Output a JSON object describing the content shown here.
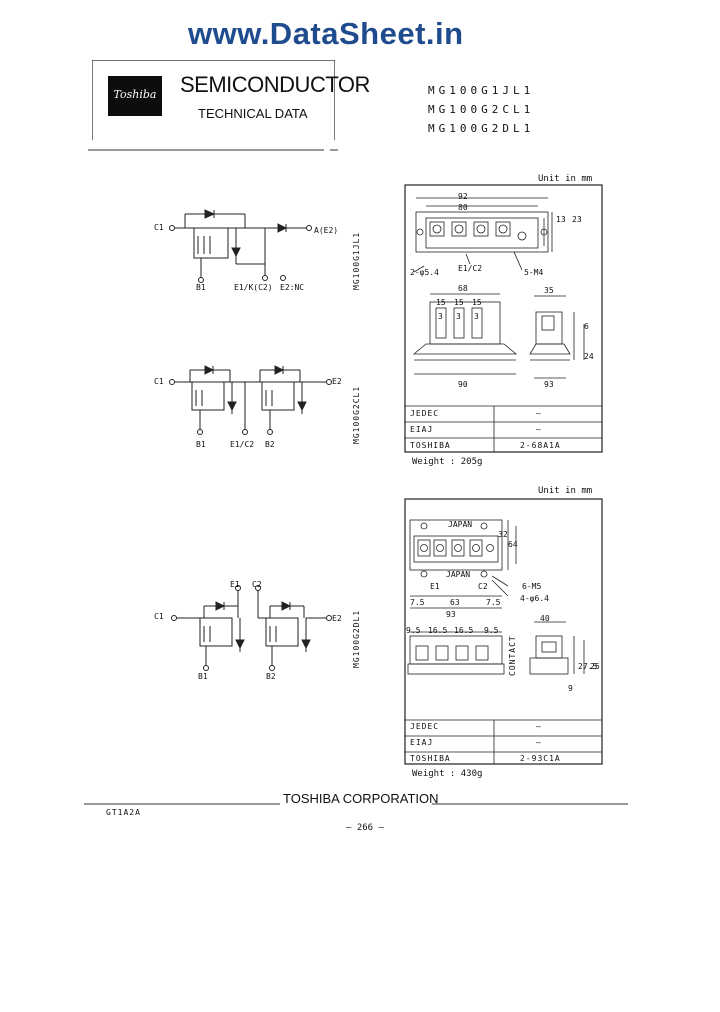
{
  "watermark": "www.DataSheet.in",
  "header": {
    "logo_text": "Toshiba",
    "title": "SEMICONDUCTOR",
    "subtitle": "TECHNICAL DATA",
    "part_numbers": [
      "MG100G1JL1",
      "MG100G2CL1",
      "MG100G2DL1"
    ]
  },
  "circuits": [
    {
      "part": "MG100G1JL1",
      "labels": {
        "c1": "C1",
        "a": "A(E2)",
        "b1": "B1",
        "e1": "E1/K(C2)",
        "note": "E2:NC"
      }
    },
    {
      "part": "MG100G2CL1",
      "labels": {
        "c1": "C1",
        "e2": "E2",
        "b1": "B1",
        "e1c2": "E1/C2",
        "b2": "B2"
      }
    },
    {
      "part": "MG100G2DL1",
      "labels": {
        "c1": "C1",
        "e1": "E1",
        "c2": "C2",
        "e2": "E2",
        "b1": "B1",
        "b2": "B2"
      }
    }
  ],
  "package1": {
    "unit": "Unit in mm",
    "dims": [
      "92",
      "80",
      "13",
      "23",
      "2-φ5.4",
      "E1/C2",
      "5-M4",
      "68",
      "15",
      "15",
      "15",
      "3",
      "3",
      "3",
      "35",
      "6",
      "24",
      "90",
      "93"
    ],
    "table": [
      {
        "name": "JEDEC",
        "value": "–"
      },
      {
        "name": "EIAJ",
        "value": "–"
      },
      {
        "name": "TOSHIBA",
        "value": "2-68A1A"
      }
    ],
    "weight": "Weight : 205g"
  },
  "package2": {
    "unit": "Unit in mm",
    "dims": [
      "JAPAN",
      "JAPAN",
      "32",
      "64",
      "E1",
      "C2",
      "6-M5",
      "4-φ6.4",
      "7.5",
      "63",
      "7.5",
      "93",
      "9.5",
      "16.5",
      "16.5",
      "9.5",
      "40",
      "27.5",
      "25",
      "9",
      "CONTACT"
    ],
    "table": [
      {
        "name": "JEDEC",
        "value": "–"
      },
      {
        "name": "EIAJ",
        "value": "–"
      },
      {
        "name": "TOSHIBA",
        "value": "2-93C1A"
      }
    ],
    "weight": "Weight : 430g"
  },
  "footer": {
    "corporation": "TOSHIBA CORPORATION",
    "code": "GT1A2A",
    "page": "– 266 –"
  }
}
